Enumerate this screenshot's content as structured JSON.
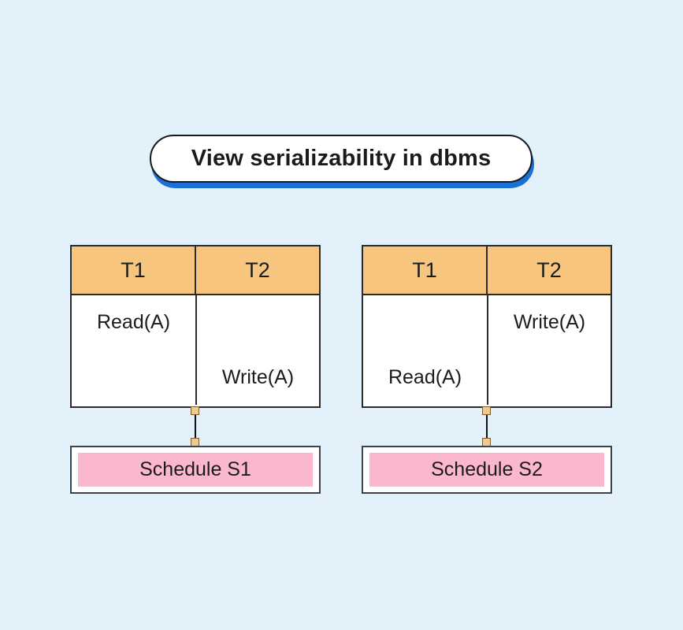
{
  "title": "View serializability in dbms",
  "colors": {
    "background": "#e3f1fb",
    "header_fill": "#f8c57e",
    "pink_fill": "#fbb6d0",
    "shadow_blue": "#1a6fd9",
    "border_dark": "#2b2b2b",
    "box_border": "#3a424d",
    "handle_fill": "#f0c98f",
    "handle_border": "#7a5b2a",
    "text": "#1b1b1b"
  },
  "schedules": [
    {
      "label": "Schedule S1",
      "columns": [
        "T1",
        "T2"
      ],
      "rows": [
        [
          "Read(A)",
          ""
        ],
        [
          "",
          "Write(A)"
        ]
      ]
    },
    {
      "label": "Schedule S2",
      "columns": [
        "T1",
        "T2"
      ],
      "rows": [
        [
          "",
          "Write(A)"
        ],
        [
          "Read(A)",
          ""
        ]
      ]
    }
  ]
}
